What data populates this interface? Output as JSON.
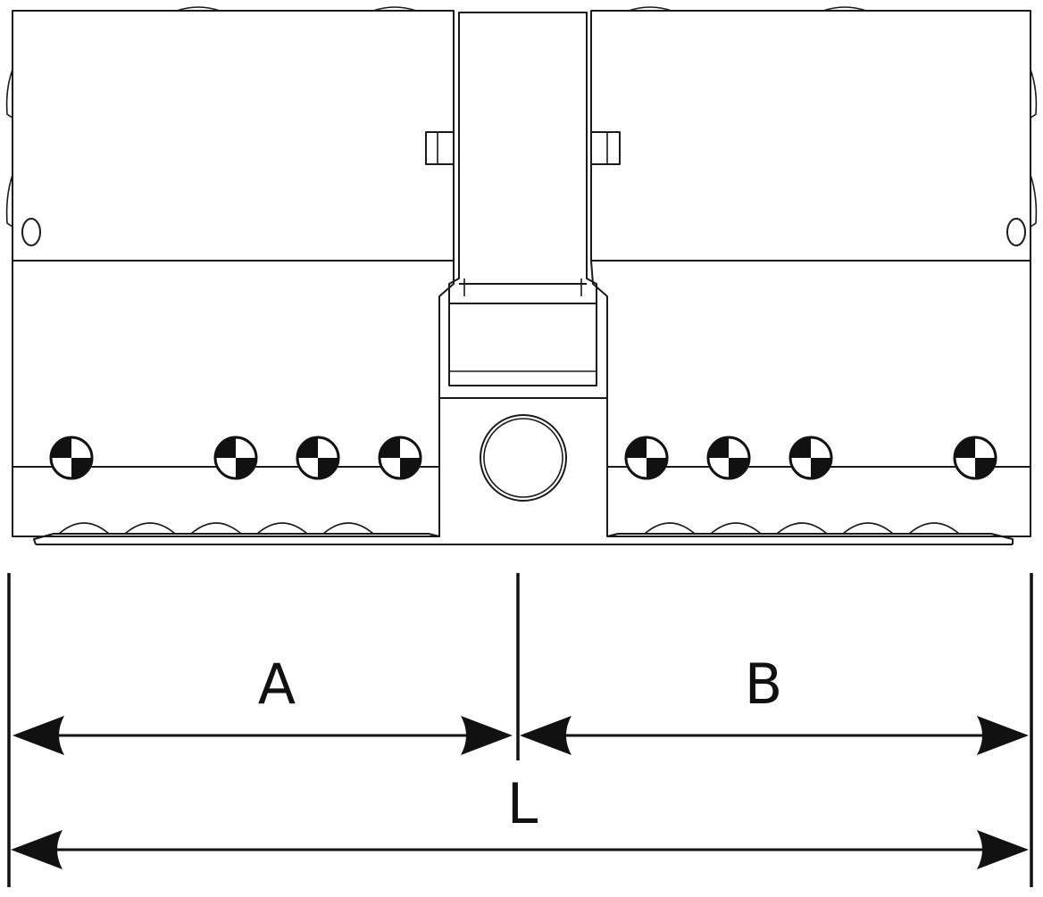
{
  "dimensions": {
    "a_label": "A",
    "b_label": "B",
    "l_label": "L"
  },
  "cylinder": {
    "left_pin_count": 4,
    "right_pin_count": 4,
    "cam": "center-cam"
  },
  "colors": {
    "line": "#1a1a1a",
    "background": "#ffffff"
  }
}
